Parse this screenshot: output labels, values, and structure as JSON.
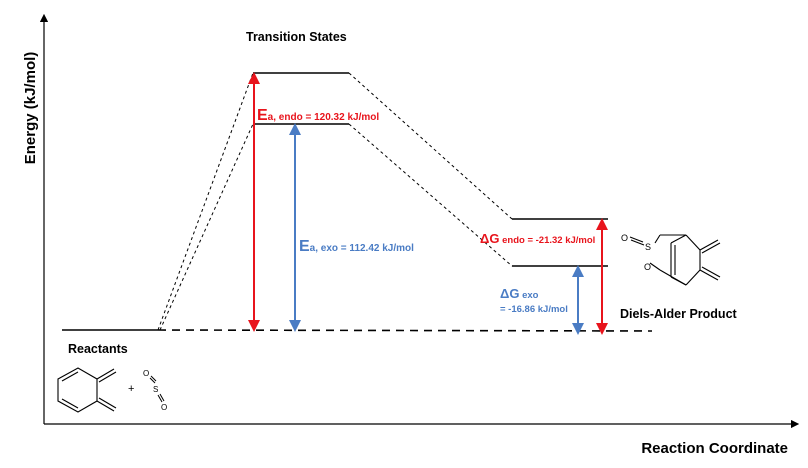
{
  "axes": {
    "y_label": "Energy (kJ/mol)",
    "x_label": "Reaction Coordinate"
  },
  "levels": {
    "transition_states": "Transition States",
    "reactants": "Reactants",
    "product": "Diels-Alder Product"
  },
  "annotations": {
    "ea_endo": {
      "symbol": "E",
      "subscript": "a, endo",
      "value_text": " = 120.32 kJ/mol"
    },
    "ea_exo": {
      "symbol": "E",
      "subscript": "a, exo",
      "value_text": " = 112.42 kJ/mol"
    },
    "dg_endo": {
      "symbol": "ΔG",
      "subscript": " endo",
      "value_text": " = -21.32 kJ/mol"
    },
    "dg_exo": {
      "symbol": "ΔG",
      "subscript": " exo",
      "value_text": "= -16.86 kJ/mol"
    }
  },
  "molecules": {
    "plus": "+",
    "sulfur": "S",
    "oxygen": "O"
  },
  "colors": {
    "endo": "#e8141c",
    "exo": "#4a7cc4",
    "line": "#000000"
  }
}
